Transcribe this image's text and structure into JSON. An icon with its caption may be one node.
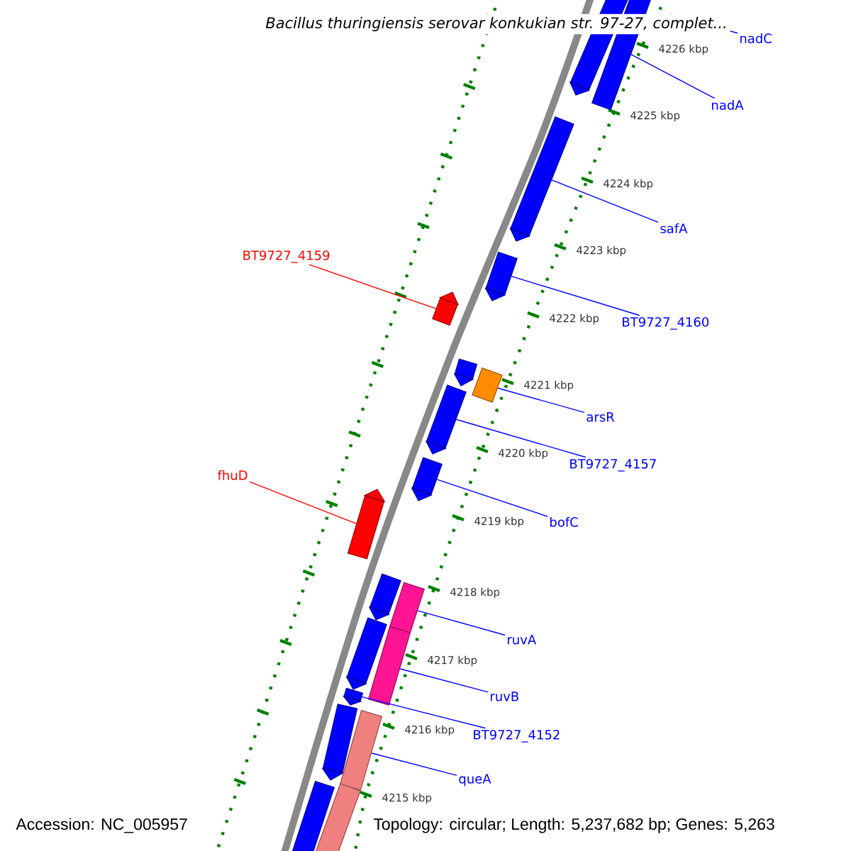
{
  "diagram": {
    "title": "Bacillus thuringiensis serovar konkukian str. 97-27, complet...",
    "nodes": [
      {
        "text": [
          "nadC"
        ]
      },
      {
        "text": [
          "nadA"
        ]
      },
      {
        "text": [
          "safA"
        ]
      },
      {
        "text": [
          "BT9727_4160"
        ]
      },
      {
        "text": [
          "BT9727_4159"
        ]
      },
      {
        "text": [
          "arsR"
        ]
      },
      {
        "text": [
          "BT9727_4157"
        ]
      },
      {
        "text": [
          "fhuD"
        ]
      },
      {
        "text": [
          "bofC"
        ]
      },
      {
        "text": [
          "ruvA"
        ]
      },
      {
        "text": [
          "ruvB"
        ]
      },
      {
        "text": [
          "BT9727_4152"
        ]
      },
      {
        "text": [
          "queA"
        ]
      },
      {
        "text": [],
        "shape": "pentagon"
      },
      {
        "text": [],
        "shape": "bar"
      },
      {
        "text": [],
        "shape": "pentagon"
      },
      {
        "text": [],
        "shape": "pentagon"
      },
      {
        "text": [],
        "shape": "pentagon"
      },
      {
        "text": [],
        "shape": "pentagon"
      },
      {
        "text": [],
        "shape": "bar"
      },
      {
        "text": [],
        "shape": "pentagon"
      },
      {
        "text": [],
        "shape": "pentagon"
      },
      {
        "text": [],
        "shape": "pentagon"
      },
      {
        "text": [],
        "shape": "pentagon"
      },
      {
        "text": [],
        "shape": "bar"
      },
      {
        "text": [],
        "shape": "bar"
      },
      {
        "text": [],
        "shape": "pentagon"
      },
      {
        "text": [],
        "shape": "pentagon"
      },
      {
        "text": [],
        "shape": "pentagon"
      },
      {
        "text": [],
        "shape": "bar"
      },
      {
        "text": [],
        "shape": "bar"
      },
      {
        "text": [],
        "shape": "bar"
      }
    ],
    "edges": [
      {
        "from": 0,
        "to": null,
        "arrow": "none"
      },
      {
        "from": 1,
        "to": 14,
        "arrow": "none"
      },
      {
        "from": 2,
        "to": 15,
        "arrow": "none"
      },
      {
        "from": 3,
        "to": 16,
        "arrow": "none"
      },
      {
        "from": 4,
        "to": 17,
        "arrow": "none",
        "color": "#ff0000"
      },
      {
        "from": 5,
        "to": 19,
        "arrow": "none"
      },
      {
        "from": 6,
        "to": 20,
        "arrow": "none"
      },
      {
        "from": 7,
        "to": 22,
        "arrow": "none",
        "color": "#ff0000"
      },
      {
        "from": 8,
        "to": 21,
        "arrow": "none"
      },
      {
        "from": 9,
        "to": 24,
        "arrow": "none"
      },
      {
        "from": 10,
        "to": 25,
        "arrow": "none"
      },
      {
        "from": 11,
        "to": 27,
        "arrow": "none"
      },
      {
        "from": 12,
        "to": 29,
        "arrow": "none"
      }
    ],
    "labels": [
      "4226 kbp",
      "4225 kbp",
      "4224 kbp",
      "4223 kbp",
      "4222 kbp",
      "4221 kbp",
      "4220 kbp",
      "4219 kbp",
      "4218 kbp",
      "4217 kbp",
      "4216 kbp",
      "4215 kbp",
      "Accession: NC_005957",
      "Topology: circular; Length: 5,237,682 bp; Genes: 5,263"
    ]
  }
}
